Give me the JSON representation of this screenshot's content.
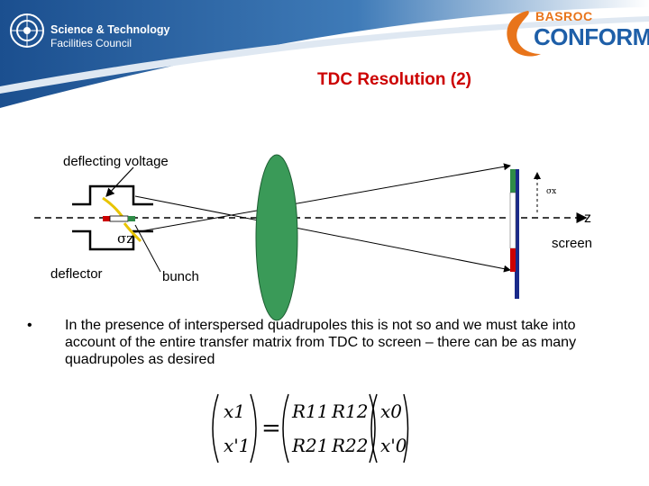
{
  "header": {
    "org_line1": "Science & Technology",
    "org_line2": "Facilities Council",
    "logo_top": "BASROC",
    "logo_main": "CONFORM"
  },
  "slide": {
    "title": "TDC Resolution (2)"
  },
  "diagram": {
    "deflecting_voltage": "deflecting voltage",
    "deflector": "deflector",
    "bunch": "bunch",
    "sigma_z": "σz",
    "sigma_x": "σx",
    "z_label": "z",
    "screen": "screen"
  },
  "bullets": [
    "In the presence of interspersed quadrupoles this is not so and we must take into account of the entire transfer matrix from TDC to screen – there can be as many quadrupoles as desired"
  ],
  "equation": {
    "lhs": [
      "x1",
      "x'1"
    ],
    "matrix": [
      "R11",
      "R12",
      "R21",
      "R22"
    ],
    "rhs": [
      "x0",
      "x'0"
    ]
  },
  "colors": {
    "header_blue": "#1b4f8f",
    "title_red": "#cc0000",
    "lens_green": "#3a9a58",
    "screen_navy": "#1a2a8a"
  }
}
